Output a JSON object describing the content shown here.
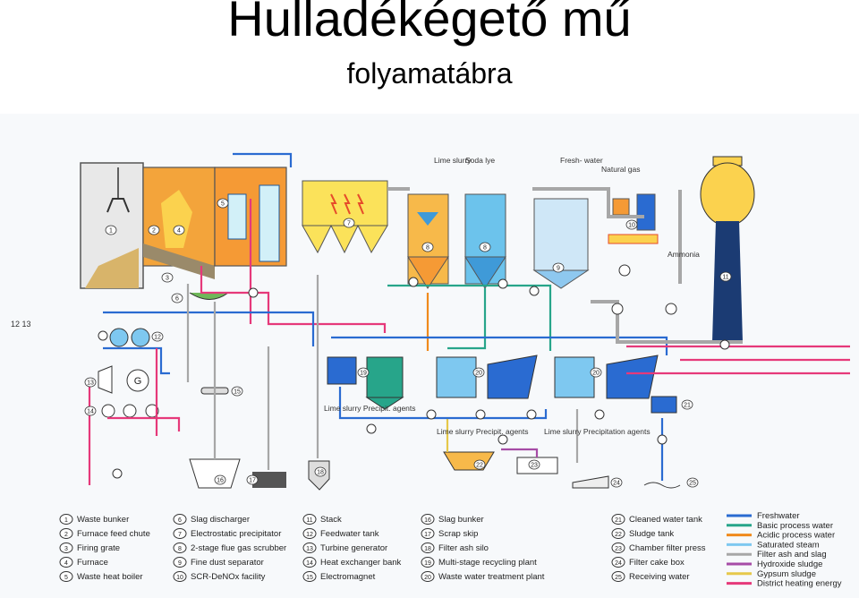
{
  "title": "Hulladékégető mű",
  "subtitle": "folyamatábra",
  "side_label": "12 13",
  "diagram_labels": {
    "lime_slurry_top": "Lime slurry",
    "soda_lye": "Soda lye",
    "fresh_water": "Fresh- water",
    "natural_gas": "Natural gas",
    "ammonia": "Ammonia",
    "lime_slurry_precip_1": "Lime slurry Precipit. agents",
    "lime_slurry_precip_2": "Lime slurry Precipit. agents",
    "lime_slurry_precip_3": "Lime slurry Precipitation agents"
  },
  "components": [
    {
      "num": "1",
      "name": "Waste bunker"
    },
    {
      "num": "2",
      "name": "Furnace feed chute"
    },
    {
      "num": "3",
      "name": "Firing grate"
    },
    {
      "num": "4",
      "name": "Furnace"
    },
    {
      "num": "5",
      "name": "Waste heat boiler"
    },
    {
      "num": "6",
      "name": "Slag discharger"
    },
    {
      "num": "7",
      "name": "Electrostatic precipitator"
    },
    {
      "num": "8",
      "name": "2-stage flue gas scrubber"
    },
    {
      "num": "9",
      "name": "Fine dust separator"
    },
    {
      "num": "10",
      "name": "SCR-DeNOx facility"
    },
    {
      "num": "11",
      "name": "Stack"
    },
    {
      "num": "12",
      "name": "Feedwater tank"
    },
    {
      "num": "13",
      "name": "Turbine generator"
    },
    {
      "num": "14",
      "name": "Heat exchanger bank"
    },
    {
      "num": "15",
      "name": "Electromagnet"
    },
    {
      "num": "16",
      "name": "Slag bunker"
    },
    {
      "num": "17",
      "name": "Scrap skip"
    },
    {
      "num": "18",
      "name": "Filter ash silo"
    },
    {
      "num": "19",
      "name": "Multi-stage recycling plant"
    },
    {
      "num": "20",
      "name": "Waste water treatment plant"
    },
    {
      "num": "21",
      "name": "Cleaned water tank"
    },
    {
      "num": "22",
      "name": "Sludge tank"
    },
    {
      "num": "23",
      "name": "Chamber filter press"
    },
    {
      "num": "24",
      "name": "Filter cake box"
    },
    {
      "num": "25",
      "name": "Receiving water"
    }
  ],
  "flow_legend": [
    {
      "name": "Freshwater",
      "color": "#2a6bd1"
    },
    {
      "name": "Basic process water",
      "color": "#27a58a"
    },
    {
      "name": "Acidic process water",
      "color": "#f08a1c"
    },
    {
      "name": "Saturated steam",
      "color": "#7ec8f0"
    },
    {
      "name": "Filter ash and slag",
      "color": "#a7a7a7"
    },
    {
      "name": "Hydroxide sludge",
      "color": "#a64ca6"
    },
    {
      "name": "Gypsum sludge",
      "color": "#e6c84a"
    },
    {
      "name": "District heating energy",
      "color": "#e6397a"
    }
  ]
}
